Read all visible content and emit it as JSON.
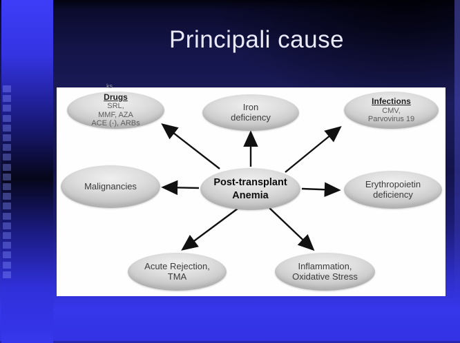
{
  "slide": {
    "title": "Principali cause",
    "stray_mark": "ks"
  },
  "diagram": {
    "center_node": {
      "line1": "Post-transplant",
      "line2": "Anemia"
    },
    "nodes": {
      "drugs": {
        "header": "Drugs",
        "sub1": "SRL,",
        "sub2": "MMF, AZA",
        "sub3": "ACE (-), ARBs"
      },
      "iron": {
        "line1": "Iron",
        "line2": "deficiency"
      },
      "infections": {
        "header": "Infections",
        "sub1": "CMV,",
        "sub2": "Parvovirus 19"
      },
      "malignancies": {
        "line1": "Malignancies"
      },
      "erythropoietin": {
        "line1": "Erythropoietin",
        "line2": "deficiency"
      },
      "acute_rejection": {
        "line1": "Acute Rejection,",
        "line2": "TMA"
      },
      "inflammation": {
        "line1": "Inflammation,",
        "line2": "Oxidative Stress"
      }
    }
  },
  "colors": {
    "bright_blue": "#3535e8",
    "dark_navy": "#0c0c38",
    "title_text": "#e9e9f8",
    "panel_bg": "#fefefe",
    "ellipse_gray": "#d6d6d6",
    "arrow_black": "#111111"
  }
}
